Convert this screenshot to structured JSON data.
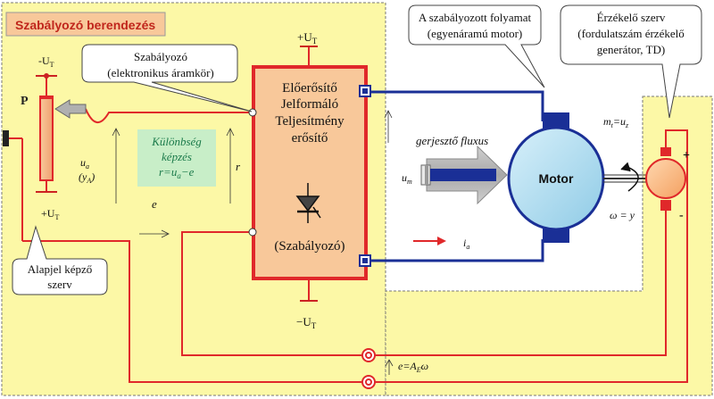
{
  "title": "Szabályozó berendezés",
  "supply": {
    "plus_top": "+U",
    "minus_bottom": "−U",
    "sub": "T",
    "pot_minus": "-U",
    "pot_plus": "+U"
  },
  "potentiometer": {
    "label": "P"
  },
  "callouts": {
    "controller_line1": "Szabályozó",
    "controller_line2": "(elektronikus áramkör)",
    "process_line1": "A szabályozott folyamat",
    "process_line2": "(egyenáramú motor)",
    "sensor_line1": "Érzékelő szerv",
    "sensor_line2": "(fordulatszám érzékelő",
    "sensor_line3": "generátor, TD)",
    "setpoint_line1": "Alapjel képző",
    "setpoint_line2": "szerv"
  },
  "amplifier": {
    "line1": "Előerősítő",
    "line2": "Jelformáló",
    "line3": "Teljesítmény",
    "line4": "erősítő",
    "bottom": "(Szabályozó)"
  },
  "difference_box": {
    "line1": "Különbség",
    "line2": "képzés",
    "line3": "r=u",
    "sub_a": "a",
    "line3_end": "−e"
  },
  "signals": {
    "ua": "u",
    "ua_sub": "a",
    "ya": "(y",
    "ya_sub": "A",
    "ya_end": ")",
    "e": "e",
    "r": "r",
    "um": "u",
    "um_sub": "m",
    "ia": "i",
    "ia_sub": "a",
    "flux": "gerjesztő fluxus",
    "mt": "m",
    "mt_sub": "t",
    "mt_end": "=u",
    "mt_sub2": "z",
    "omega": "ω = y",
    "feedback": "e=A",
    "feedback_sub": "E",
    "feedback_end": "ω"
  },
  "motor": {
    "label": "Motor"
  },
  "generator": {
    "plus": "+",
    "minus": "-"
  },
  "colors": {
    "panel": "#fcf8a6",
    "amplifier_fill": "#f8c89a",
    "red": "#e0282a",
    "blue": "#1a2f96",
    "difference_fill": "#c8eec8",
    "difference_text": "#1a7a4a",
    "title_fill": "#f8c89a"
  }
}
